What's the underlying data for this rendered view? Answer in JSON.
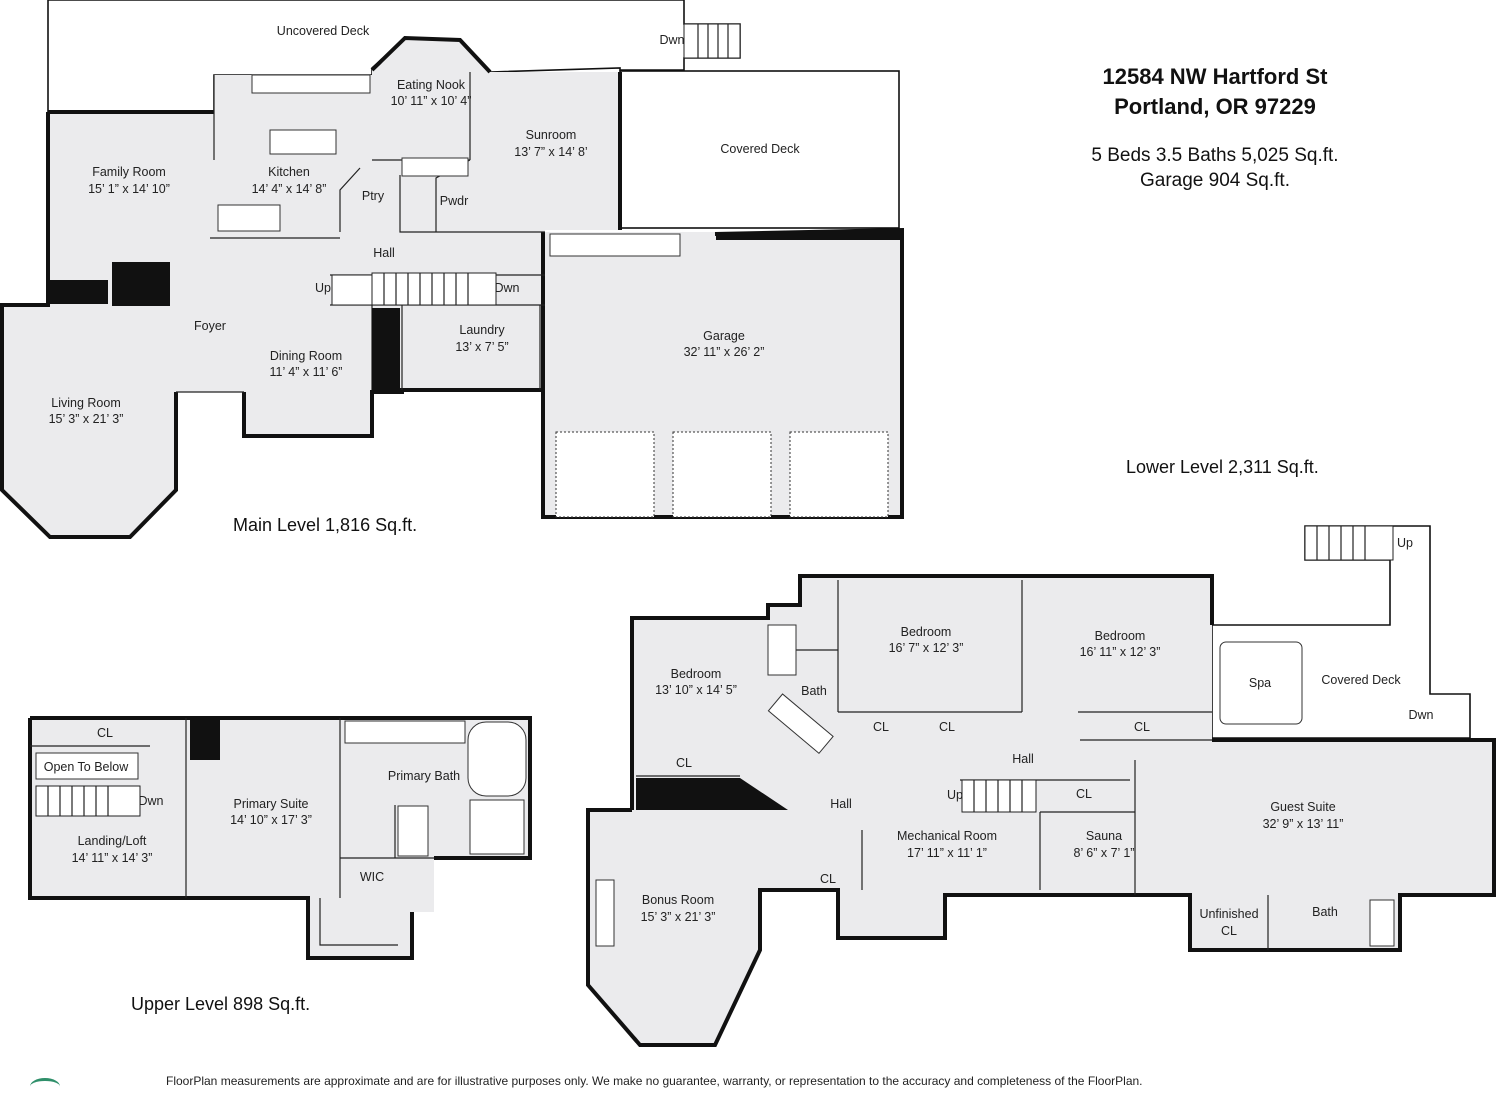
{
  "address": {
    "line1": "12584 NW Hartford St",
    "line2": "Portland, OR 97229"
  },
  "summary": {
    "beds": "5 Beds  3.5 Baths  5,025 Sq.ft.",
    "garage": "Garage  904 Sq.ft."
  },
  "levels": {
    "main": "Main Level  1,816 Sq.ft.",
    "upper": "Upper Level  898 Sq.ft.",
    "lower": "Lower Level  2,311 Sq.ft."
  },
  "main_rooms": {
    "uncovered_deck": "Uncovered Deck",
    "eating_nook": "Eating Nook",
    "eating_nook_dim": "10’ 11” x 10’ 4”",
    "sunroom": "Sunroom",
    "sunroom_dim": "13’ 7” x 14’ 8’",
    "covered_deck": "Covered Deck",
    "family_room": "Family Room",
    "family_room_dim": "15’ 1” x 14’ 10”",
    "kitchen": "Kitchen",
    "kitchen_dim": "14’ 4” x 14’ 8”",
    "ptry": "Ptry",
    "pwdr": "Pwdr",
    "hall": "Hall",
    "up": "Up",
    "dwn": "Dwn",
    "dwn_deck": "Dwn",
    "foyer": "Foyer",
    "laundry": "Laundry",
    "laundry_dim": "13’ x 7’ 5”",
    "garage": "Garage",
    "garage_dim": "32’ 11” x 26’ 2”",
    "dining_room": "Dining Room",
    "dining_room_dim": "11’ 4” x 11’ 6”",
    "living_room": "Living Room",
    "living_room_dim": "15’ 3” x 21’ 3”"
  },
  "upper_rooms": {
    "cl": "CL",
    "open_to_below": "Open To Below",
    "dwn": "Dwn",
    "landing": "Landing/Loft",
    "landing_dim": "14’ 11” x 14’ 3”",
    "primary_suite": "Primary Suite",
    "primary_suite_dim": "14’ 10” x 17’ 3”",
    "primary_bath": "Primary Bath",
    "wic": "WIC"
  },
  "lower_rooms": {
    "up_stair": "Up",
    "bedroom1": "Bedroom",
    "bedroom1_dim": "13’ 10” x 14’ 5”",
    "bath1": "Bath",
    "bedroom2": "Bedroom",
    "bedroom2_dim": "16’ 7” x 12’ 3”",
    "bedroom3": "Bedroom",
    "bedroom3_dim": "16’ 11” x 12’ 3”",
    "spa": "Spa",
    "covered_deck": "Covered Deck",
    "dwn": "Dwn",
    "cl_a": "CL",
    "cl_b": "CL",
    "cl_c": "CL",
    "cl_d": "CL",
    "cl_e": "CL",
    "cl_f": "CL",
    "hall_upper": "Hall",
    "hall": "Hall",
    "up": "Up",
    "guest_suite": "Guest Suite",
    "guest_suite_dim": "32’ 9” x 13’ 11”",
    "mechanical": "Mechanical Room",
    "mechanical_dim": "17’ 11” x 11’ 1”",
    "sauna": "Sauna",
    "sauna_dim": "8’ 6” x 7’ 1”",
    "bonus_room": "Bonus Room",
    "bonus_room_dim": "15’ 3” x 21’ 3”",
    "unfinished": "Unfinished",
    "unfinished_cl": "CL",
    "bath2": "Bath"
  },
  "disclaimer": "FloorPlan measurements are approximate and are for illustrative purposes only. We make no guarantee, warranty, or representation to the accuracy and completeness of the FloorPlan."
}
